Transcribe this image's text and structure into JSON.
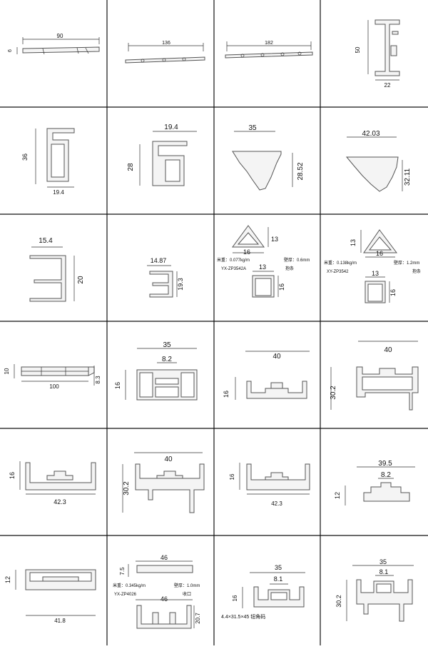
{
  "catalog": {
    "cells": [
      {
        "dims": [
          "90",
          "6"
        ]
      },
      {
        "dims": [
          "136"
        ]
      },
      {
        "dims": [
          "182"
        ]
      },
      {
        "dims": [
          "50",
          "22"
        ]
      },
      {
        "dims": [
          "36",
          "19.4"
        ]
      },
      {
        "dims": [
          "19.4",
          "28"
        ]
      },
      {
        "dims": [
          "35",
          "28.52"
        ]
      },
      {
        "dims": [
          "42.03",
          "32.11"
        ]
      },
      {
        "dims": [
          "15.4",
          "20"
        ]
      },
      {
        "dims": [
          "14.87",
          "19.3"
        ]
      },
      {
        "dims": [
          "13",
          "16",
          "13",
          "16"
        ],
        "spec": {
          "weight": "米重：0.077kg/m",
          "thickness": "壁厚：0.6mm",
          "code": "YX-ZP3542A",
          "note": "抱条"
        }
      },
      {
        "dims": [
          "13",
          "16",
          "13",
          "16"
        ],
        "spec": {
          "weight": "米重：0.138kg/m",
          "thickness": "壁厚：1.2mm",
          "code": "XY-ZP3542",
          "note": "抱条"
        }
      },
      {
        "dims": [
          "10",
          "100",
          "8.3"
        ]
      },
      {
        "dims": [
          "35",
          "8.2",
          "16"
        ]
      },
      {
        "dims": [
          "40",
          "16"
        ]
      },
      {
        "dims": [
          "40",
          "30.2"
        ]
      },
      {
        "dims": [
          "16",
          "42.3"
        ]
      },
      {
        "dims": [
          "40",
          "30.2"
        ]
      },
      {
        "dims": [
          "16",
          "42.3"
        ]
      },
      {
        "dims": [
          "39.5",
          "8.2",
          "12"
        ]
      },
      {
        "dims": [
          "12",
          "41.8"
        ]
      },
      {
        "dims": [
          "46",
          "7.5",
          "46",
          "20.7"
        ],
        "spec": {
          "weight": "米重：0.345kg/m",
          "thickness": "壁厚：1.0mm",
          "code": "YX-ZP4026",
          "note": "收口"
        }
      },
      {
        "dims": [
          "35",
          "8.1",
          "16"
        ],
        "spec": {
          "note": "4.4×31.5×45 钮角码"
        }
      },
      {
        "dims": [
          "35",
          "8.1",
          "30.2"
        ]
      }
    ]
  }
}
